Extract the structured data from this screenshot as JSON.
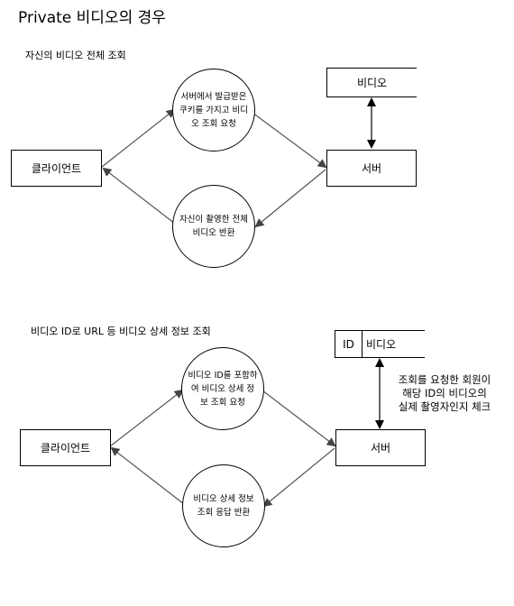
{
  "title": "Private 비디오의 경우",
  "section1": {
    "heading": "자신의 비디오 전체 조회",
    "client": "클라이언트",
    "server": "서버",
    "store": "비디오",
    "request": "서버에서 발급받은\n쿠키를 가지고 비디\n오 조회 요청",
    "response": "자신이 촬영한 전체\n비디오 반환"
  },
  "section2": {
    "heading": "비디오 ID로 URL 등 비디오 상세 정보 조회",
    "client": "클라이언트",
    "server": "서버",
    "store_id": "ID",
    "store": "비디오",
    "request": "비디오 ID를 포함하\n여 비디오 상세 정\n보 조회 요청",
    "response": "비디오 상세 정보\n조회 응답 반환",
    "note": "조회를 요청한 회원이\n해당 ID의 비디오의\n실제 촬영자인지 체크"
  },
  "colors": {
    "arrow": "#555555",
    "line": "#000000"
  }
}
